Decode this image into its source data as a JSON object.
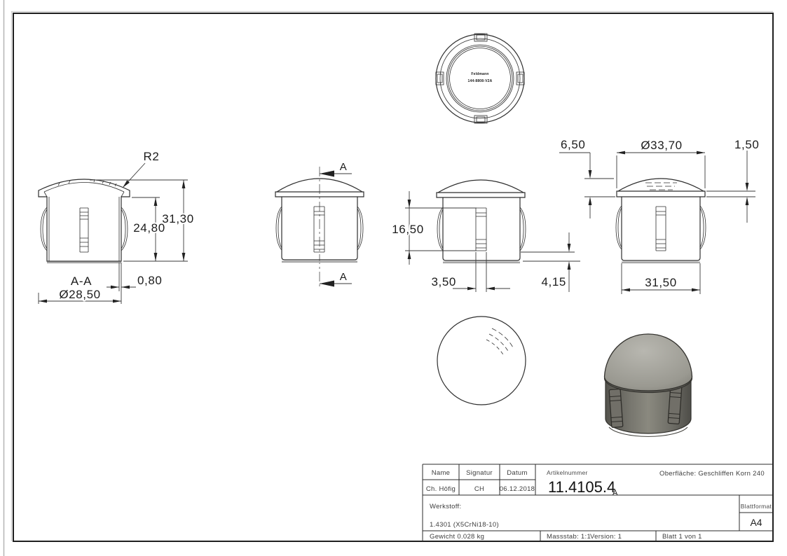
{
  "top_view": {
    "text_line1": "Feldmann",
    "text_line2": "144-8808-V2A"
  },
  "section_view": {
    "radius": "R2",
    "inner_height": "24,80",
    "total_height": "31,30",
    "label": "A-A",
    "wall_thickness": "0,80",
    "diameter": "Ø28,50"
  },
  "front_view": {
    "cut_label_top": "A",
    "cut_label_bottom": "A"
  },
  "side_view": {
    "clip_zone_height": "16,50",
    "slot_width": "3,50",
    "bottom_offset": "4,15"
  },
  "rear_view": {
    "dome_height": "6,50",
    "cap_diameter": "Ø33,70",
    "brim_thickness": "1,50",
    "body_width": "31,50"
  },
  "title_block": {
    "col_name": "Name",
    "col_signatur": "Signatur",
    "col_datum": "Datum",
    "val_name": "Ch. Höfig",
    "val_signatur": "CH",
    "val_datum": "06.12.2018",
    "artikelnummer_label": "Artikelnummer",
    "artikelnummer": "11.4105.4",
    "artikelnummer_rev": "A",
    "oberflaeche": "Oberfläche:  Geschliffen Korn 240",
    "werkstoff_label": "Werkstoff:",
    "werkstoff": "1.4301 (X5CrNi18-10)",
    "blattformat_label": "Blattformat",
    "blattformat": "A4",
    "gewicht": "Gewicht 0.028 kg",
    "massstab": "Massstab: 1:1",
    "version": "Version: 1",
    "blatt": "Blatt 1 von 1"
  }
}
